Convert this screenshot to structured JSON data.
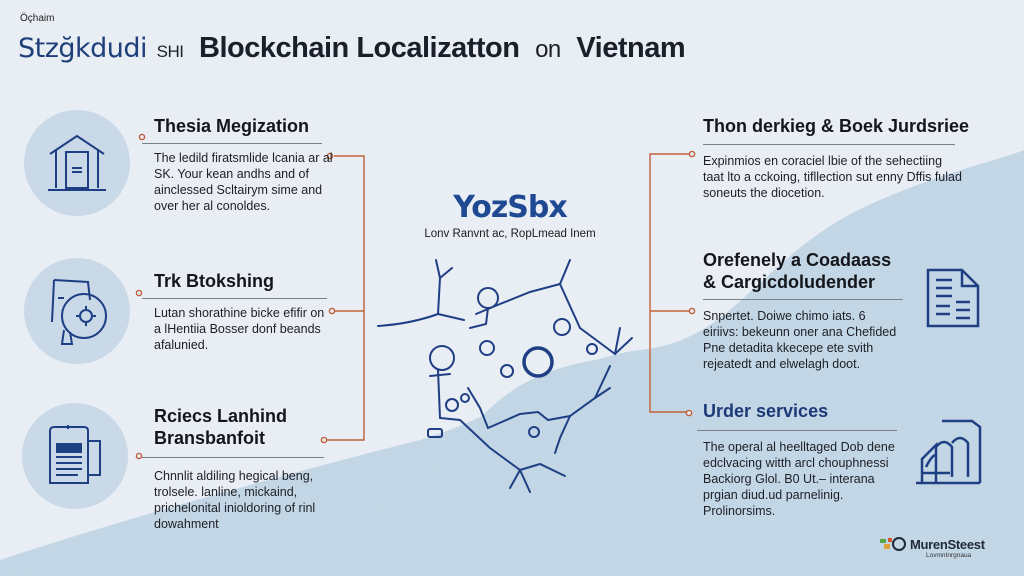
{
  "header": {
    "kicker": "Öçhaim",
    "title_brand": "Stzğkdudi",
    "title_mid": "SHI",
    "title_main": "Blockchain Localizatton",
    "title_on": "on",
    "title_end": "Vietnam"
  },
  "left_sections": [
    {
      "title": "Thesia Megization",
      "body": "The ledild firatsmlide lcania ar al SK. Your kean andhs and of ainclessed Scltairym sime and over her al conoldes.",
      "icon": "house-document-icon"
    },
    {
      "title": "Trk Btokshing",
      "body": "Lutan shorathine bicke efifir on a lHentiia Bosser donf beands afalunied.",
      "icon": "speech-gear-icon"
    },
    {
      "title": "Rciecs Lanhind Bransbanfoit",
      "body": "Chnnlit aldiling hegical beng, trolsele. lanline, mickaind, prichelonital inioldoring of rinl dowahment",
      "icon": "clipboard-document-icon"
    }
  ],
  "right_sections": [
    {
      "title": "Thon derkieg & Boek Jurdsriee",
      "body": "Expinmios en coraciel lbie of the sehectiing taat lto a cckoing, tifllection sut enny Dffis fulad soneuts the diocetion.",
      "icon": ""
    },
    {
      "title": "Orefenely a Coadaass & Cargicdoludender",
      "body": "Snpertet. Doiwe chimo iats. 6 eiriivs: bekeunn oner ana Chefided Pne detadita kkecepe ete svith rejeatedt and elwelagh doot.",
      "icon": "document-list-icon"
    },
    {
      "title": "Urder services",
      "body": "The operal al heelltaged Dob dene edclvacing witth arcl chouphnessi Backiorg Glol. B0 Ut.– interana prgian diud.ud parnelinig. Prolinorsims.",
      "icon": "buildings-chart-icon"
    }
  ],
  "center": {
    "brand": "YozSbx",
    "subtitle": "Lonv Ranvnt ac, RopLmead Inem",
    "map_icon": "vietnam-network-map-icon"
  },
  "footer": {
    "logo_name": "MurenSteest",
    "logo_tagline": "Lovmntnrgnaua"
  },
  "colors": {
    "background": "#e9eef4",
    "wave": "#c3d6e5",
    "accent_line": "#c0603a",
    "icon_blue": "#1f3f84",
    "circle": "#c9d9e8"
  }
}
